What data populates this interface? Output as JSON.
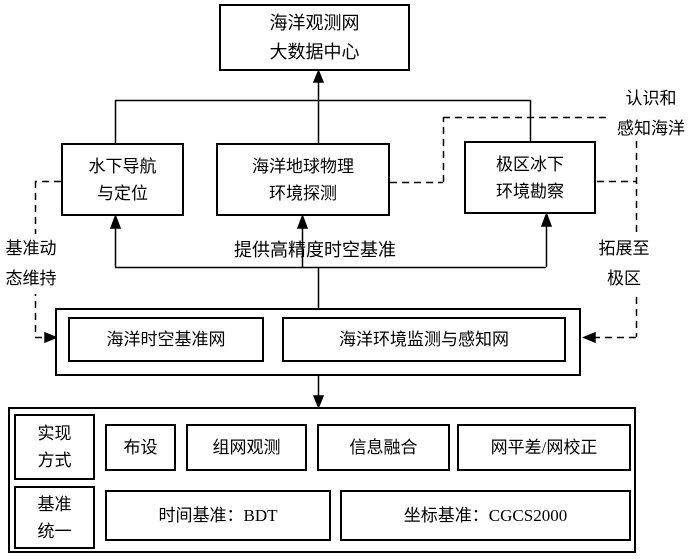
{
  "nodes": {
    "data_center": {
      "line1": "海洋观测网",
      "line2": "大数据中心"
    },
    "underwater_nav": {
      "line1": "水下导航",
      "line2": "与定位"
    },
    "geophysics": {
      "line1": "海洋地球物理",
      "line2": "环境探测"
    },
    "polar_survey": {
      "line1": "极区冰下",
      "line2": "环境勘察"
    },
    "spacetime_datum_net": "海洋时空基准网",
    "env_monitor_net": "海洋环境监测与感知网"
  },
  "annotations": {
    "perceive_ocean_line1": "认识和",
    "perceive_ocean_line2": "感知海洋",
    "datum_dynamic_line1": "基准动",
    "datum_dynamic_line2": "态维持",
    "provide_datum": "提供高精度时空基准",
    "extend_polar_line1": "拓展至",
    "extend_polar_line2": "极区"
  },
  "bottom_panel": {
    "impl_header_line1": "实现",
    "impl_header_line2": "方式",
    "impl_items": [
      "布设",
      "组网观测",
      "信息融合",
      "网平差/网校正"
    ],
    "datum_header_line1": "基准",
    "datum_header_line2": "统一",
    "datum_items": [
      "时间基准：BDT",
      "坐标基准：CGCS2000"
    ]
  },
  "colors": {
    "line": "#000000",
    "background": "#ffffff"
  }
}
